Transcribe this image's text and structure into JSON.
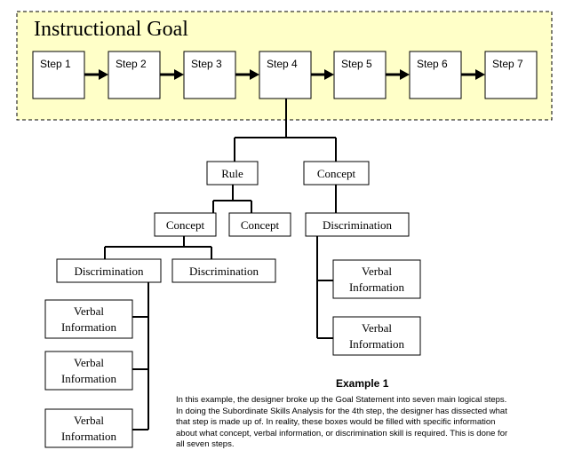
{
  "goal": {
    "title": "Instructional Goal"
  },
  "steps": [
    "Step 1",
    "Step 2",
    "Step 3",
    "Step 4",
    "Step 5",
    "Step 6",
    "Step 7"
  ],
  "nodes": {
    "rule": "Rule",
    "concept_top": "Concept",
    "concept_left": "Concept",
    "concept_right": "Concept",
    "discrimination_left": "Discrimination",
    "discrimination_mid": "Discrimination",
    "discrimination_right": "Discrimination",
    "verbal_1": [
      "Verbal",
      "Information"
    ],
    "verbal_2": [
      "Verbal",
      "Information"
    ],
    "verbal_3": [
      "Verbal",
      "Information"
    ],
    "verbal_4": [
      "Verbal",
      "Information"
    ],
    "verbal_5": [
      "Verbal",
      "Information"
    ]
  },
  "caption": {
    "title": "Example 1",
    "body": "In this example, the designer broke up the Goal Statement into seven main logical steps.\nIn doing the Subordinate Skills Analysis for the 4th step, the designer has dissected what\nthat step is made up of.  In reality, these boxes would be filled with specific information\nabout what concept, verbal information, or discrimination skill is required. This is done for\nall seven steps."
  },
  "colors": {
    "goal_background": "#ffffc8",
    "line": "#000000",
    "box_fill": "#ffffff"
  }
}
